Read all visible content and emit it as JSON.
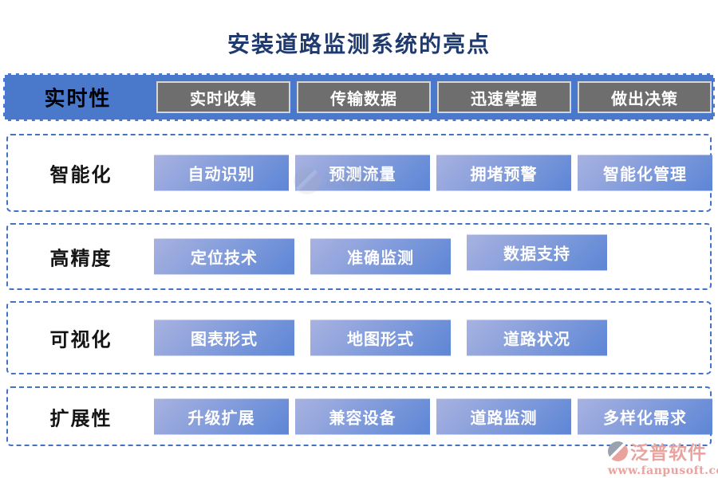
{
  "title": "安装道路监测系统的亮点",
  "rows": [
    {
      "label": "实时性",
      "variant": "solid",
      "items": [
        "实时收集",
        "传输数据",
        "迅速掌握",
        "做出决策"
      ]
    },
    {
      "label": "智能化",
      "variant": "dashed",
      "items": [
        "自动识别",
        "预测流量",
        "拥堵预警",
        "智能化管理"
      ]
    },
    {
      "label": "高精度",
      "variant": "dashed",
      "items": [
        "定位技术",
        "准确监测",
        "数据支持"
      ]
    },
    {
      "label": "可视化",
      "variant": "dashed",
      "items": [
        "图表形式",
        "地图形式",
        "道路状况"
      ]
    },
    {
      "label": "扩展性",
      "variant": "dashed",
      "items": [
        "升级扩展",
        "兼容设备",
        "道路监测",
        "多样化需求"
      ]
    }
  ],
  "brand": {
    "name": "泛普软件",
    "url": "www.fanpusoft.com"
  },
  "colors": {
    "accent_dashed_border": "#4472c4",
    "row_solid_fill": "#4a79cc",
    "button_gray": "#6e6e6e",
    "button_gray_border": "#d6d6d6",
    "button_blue_top": "#a8b2e0",
    "button_blue_bottom": "#5d86d6",
    "title_text": "#1e3a6e",
    "brand_text": "#e8a39f"
  }
}
